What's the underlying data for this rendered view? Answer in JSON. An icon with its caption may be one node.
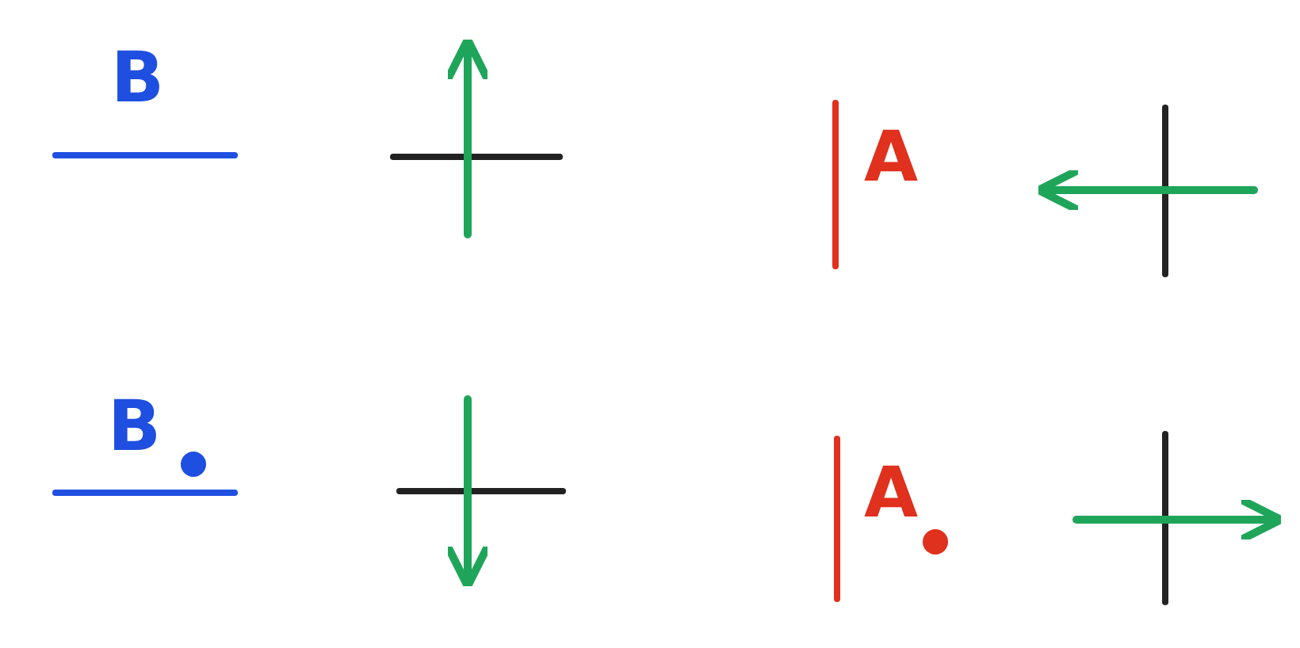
{
  "diagram": {
    "labels": [
      "B",
      "A",
      "B",
      "A"
    ]
  }
}
